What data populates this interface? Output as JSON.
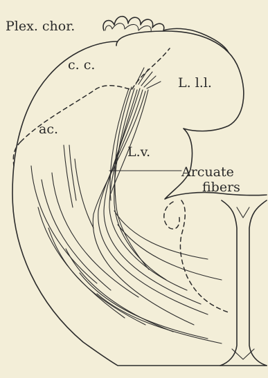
{
  "labels": {
    "plexus_choroideus": "Plex. chor.",
    "corpus_callosum": "c. c.",
    "lateral_ventricle_inferior_horn": "L. l.l.",
    "ac": "ac.",
    "lateral_ventricle": "L.v.",
    "arcuate_line1": "Arcuate",
    "arcuate_line2": "fibers"
  }
}
